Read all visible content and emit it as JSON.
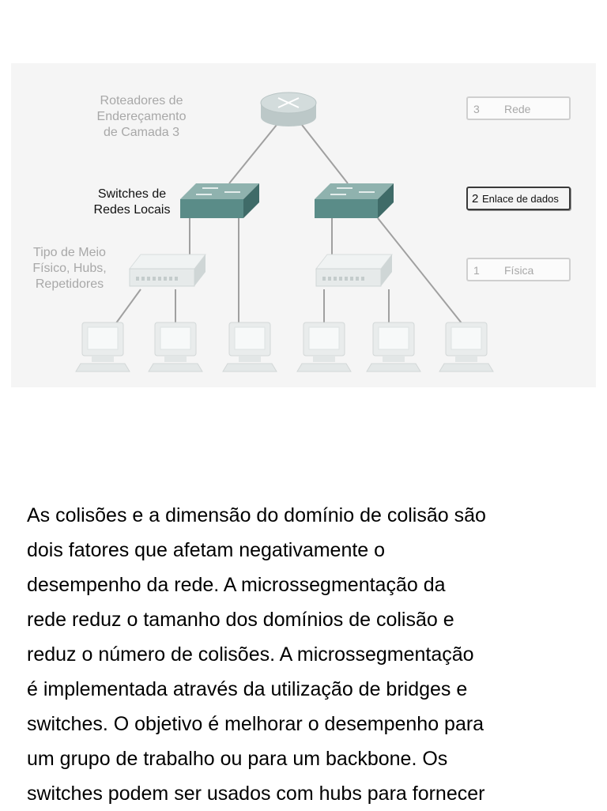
{
  "diagram": {
    "labels": {
      "routers": [
        "Roteadores de",
        "Endereçamento",
        "de Camada 3"
      ],
      "switches": [
        "Switches de",
        "Redes Locais"
      ],
      "media": [
        "Tipo de Meio",
        "Físico, Hubs,",
        "Repetidores"
      ]
    },
    "layers": [
      {
        "number": "3",
        "name": "Rede",
        "active": false
      },
      {
        "number": "2",
        "name": "Enlace de dados",
        "active": true
      },
      {
        "number": "1",
        "name": "Física",
        "active": false
      }
    ],
    "colors": {
      "router": "#d3dcdc",
      "switch": "#5a8c88",
      "hub": "#e6eaea",
      "pc": "#e9ecec",
      "link": "#a0a0a0"
    }
  },
  "paragraph": {
    "lines": [
      "As colisões e a dimensão do domínio de colisão são",
      "dois fatores que afetam negativamente o",
      "desempenho da rede.  A microssegmentação da",
      "rede reduz o tamanho dos domínios de colisão e",
      "reduz o número de colisões. A microssegmentação",
      "é implementada através da utilização de bridges e",
      "switches. O objetivo é melhorar o desempenho para",
      "um grupo de trabalho ou para um backbone. Os",
      "switches podem ser usados com hubs para fornecer"
    ]
  }
}
